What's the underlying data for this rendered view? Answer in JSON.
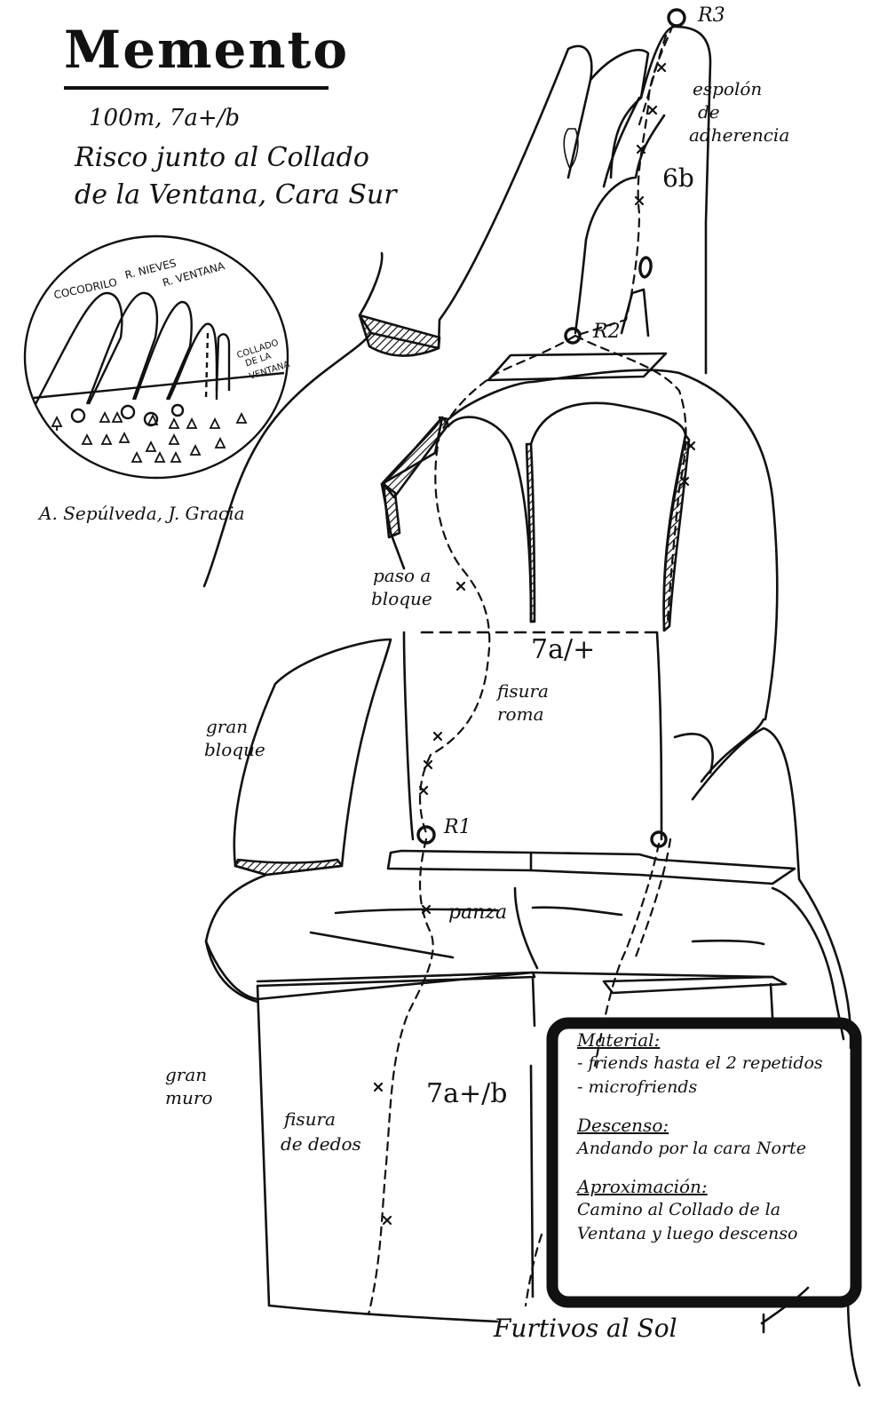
{
  "title": "Memento",
  "subtitle": {
    "line1": "100m, 7a+/b",
    "line2": "Risco junto al Collado",
    "line3": "de la Ventana, Cara Sur"
  },
  "authors": "A. Sepúlveda, J. Gracia",
  "inset_map": {
    "labels": [
      "COCODRILO",
      "R. NIEVES",
      "R. VENTANA",
      "COLLADO",
      "DE LA",
      "VENTANA"
    ]
  },
  "belays": [
    "R1",
    "R2",
    "R3"
  ],
  "annotations": {
    "espolon": [
      "espolón",
      "de",
      "adherencia"
    ],
    "paso_bloque": [
      "paso a",
      "bloque"
    ],
    "fisura_roma": [
      "fisura",
      "roma"
    ],
    "gran_bloque": [
      "gran",
      "bloque"
    ],
    "panza": "panza",
    "gran_muro": [
      "gran",
      "muro"
    ],
    "fisura_dedos": [
      "fisura",
      "de dedos"
    ],
    "furtivos": "Furtivos al Sol"
  },
  "grades": {
    "top": "6b",
    "middle": "7a/+",
    "bottom": "7a+/b"
  },
  "info_box": {
    "material_heading": "Material:",
    "material_items": [
      "- friends hasta el 2 repetidos",
      "- microfriends"
    ],
    "descenso_heading": "Descenso:",
    "descenso_text": "Andando por la cara Norte",
    "aproximacion_heading": "Aproximación:",
    "aproximacion_text": [
      "Camino al Collado de la",
      "Ventana y luego descenso"
    ]
  }
}
